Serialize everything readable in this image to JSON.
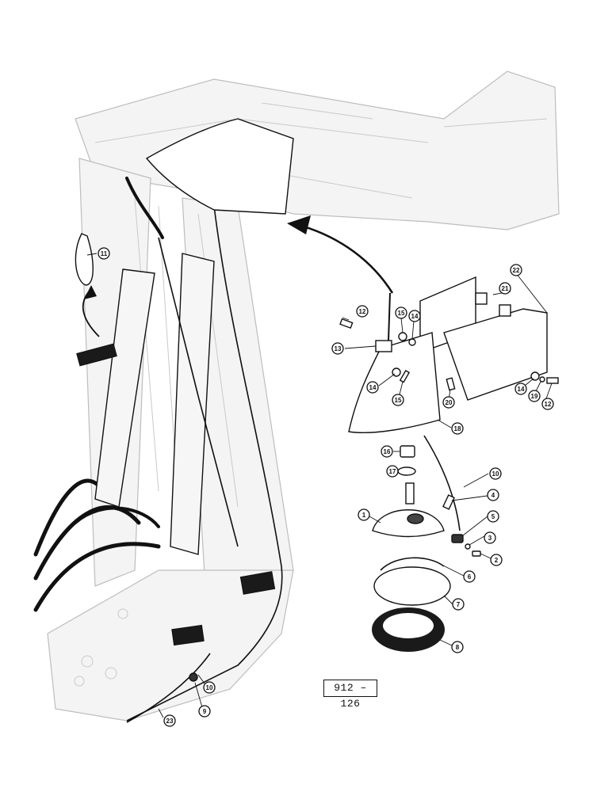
{
  "diagram": {
    "reference_number": "912 – 126",
    "callouts": [
      "1",
      "2",
      "3",
      "4",
      "5",
      "6",
      "7",
      "8",
      "9",
      "10",
      "10",
      "11",
      "12",
      "12",
      "13",
      "14",
      "14",
      "14",
      "15",
      "15",
      "16",
      "17",
      "18",
      "19",
      "20",
      "21",
      "22",
      "23"
    ]
  }
}
